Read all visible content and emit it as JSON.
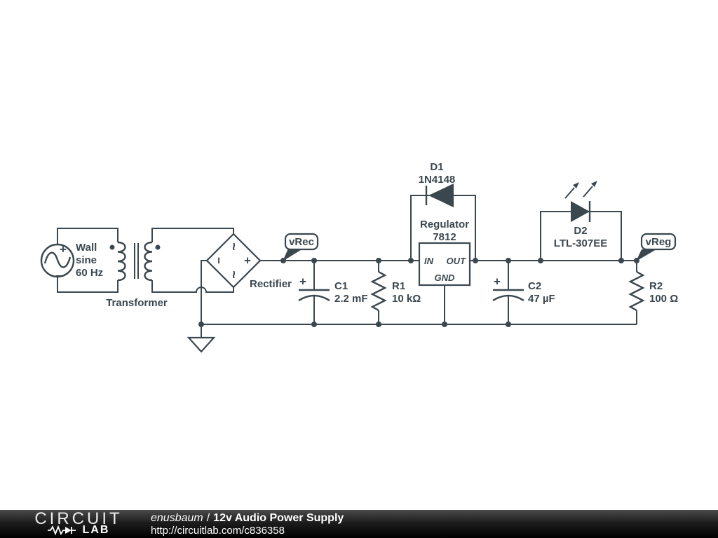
{
  "colors": {
    "ink": "#3b474f",
    "canvas": "#ffffff",
    "footer_bg": "#000000",
    "footer_text": "#ffffff"
  },
  "schematic": {
    "source": {
      "plus": "+",
      "minus": "−",
      "label_line1": "Wall",
      "label_line2": "sine",
      "label_line3": "60 Hz"
    },
    "transformer": {
      "label": "Transformer"
    },
    "rectifier": {
      "label": "Rectifier",
      "ac_top": "~",
      "ac_bottom": "~",
      "plus": "+",
      "minus": "−"
    },
    "probe_vrec": {
      "label": "vRec"
    },
    "probe_vreg": {
      "label": "vReg"
    },
    "c1": {
      "name": "C1",
      "value": "2.2 mF",
      "plus": "+"
    },
    "r1": {
      "name": "R1",
      "value": "10 kΩ"
    },
    "d1": {
      "name": "D1",
      "value": "1N4148"
    },
    "regulator": {
      "name": "Regulator",
      "part": "7812",
      "pin_in": "IN",
      "pin_out": "OUT",
      "pin_gnd": "GND"
    },
    "c2": {
      "name": "C2",
      "value": "47 µF",
      "plus": "+"
    },
    "d2": {
      "name": "D2",
      "value": "LTL-307EE"
    },
    "r2": {
      "name": "R2",
      "value": "100 Ω"
    }
  },
  "footer": {
    "logo_circuit": "CIRCUIT",
    "logo_lab": "LAB",
    "author": "enusbaum",
    "separator": "/",
    "title": "12v Audio Power Supply",
    "url": "http://circuitlab.com/c836358"
  }
}
